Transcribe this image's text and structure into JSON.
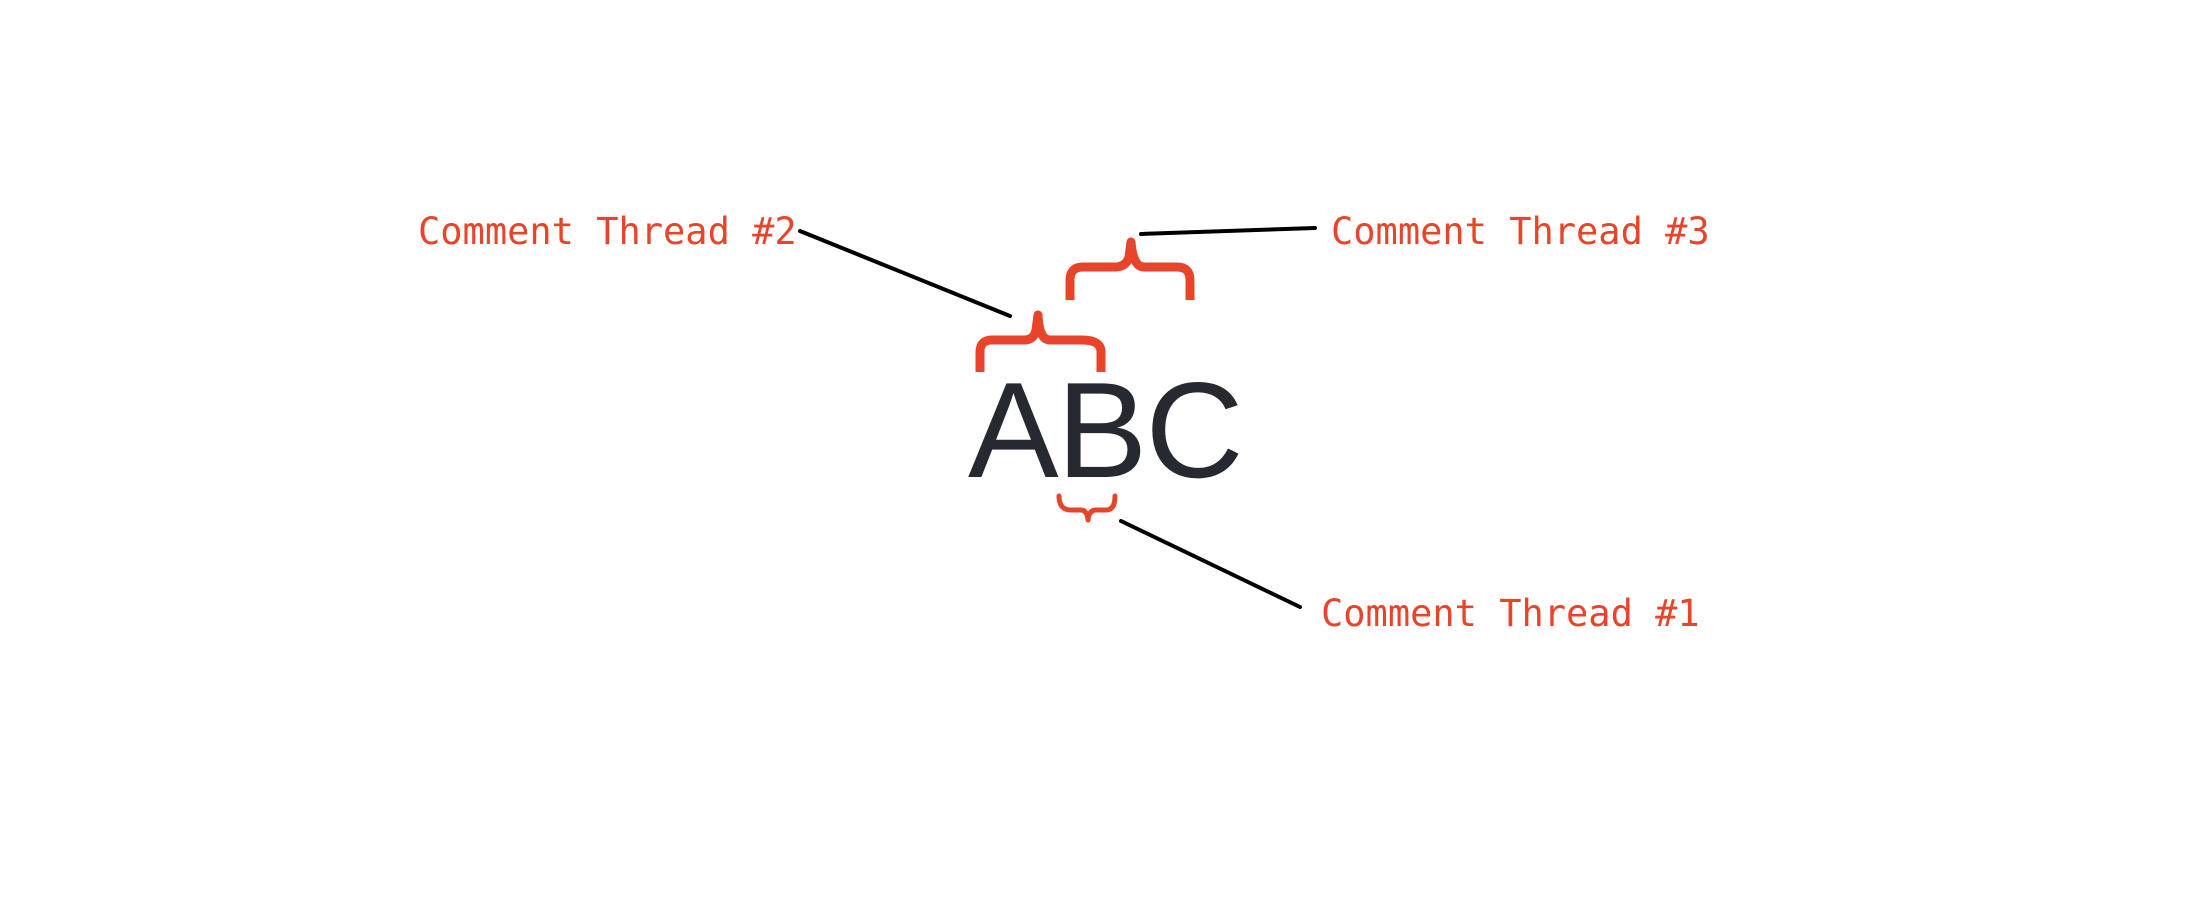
{
  "main_text": "ABC",
  "threads": [
    {
      "label": "Comment Thread #1"
    },
    {
      "label": "Comment Thread #2"
    },
    {
      "label": "Comment Thread #3"
    }
  ],
  "colors": {
    "annotation": "#e8442a",
    "text": "#262a30",
    "connector": "#000000",
    "background": "#ffffff"
  },
  "icons": [
    "curly-brace-icon"
  ]
}
